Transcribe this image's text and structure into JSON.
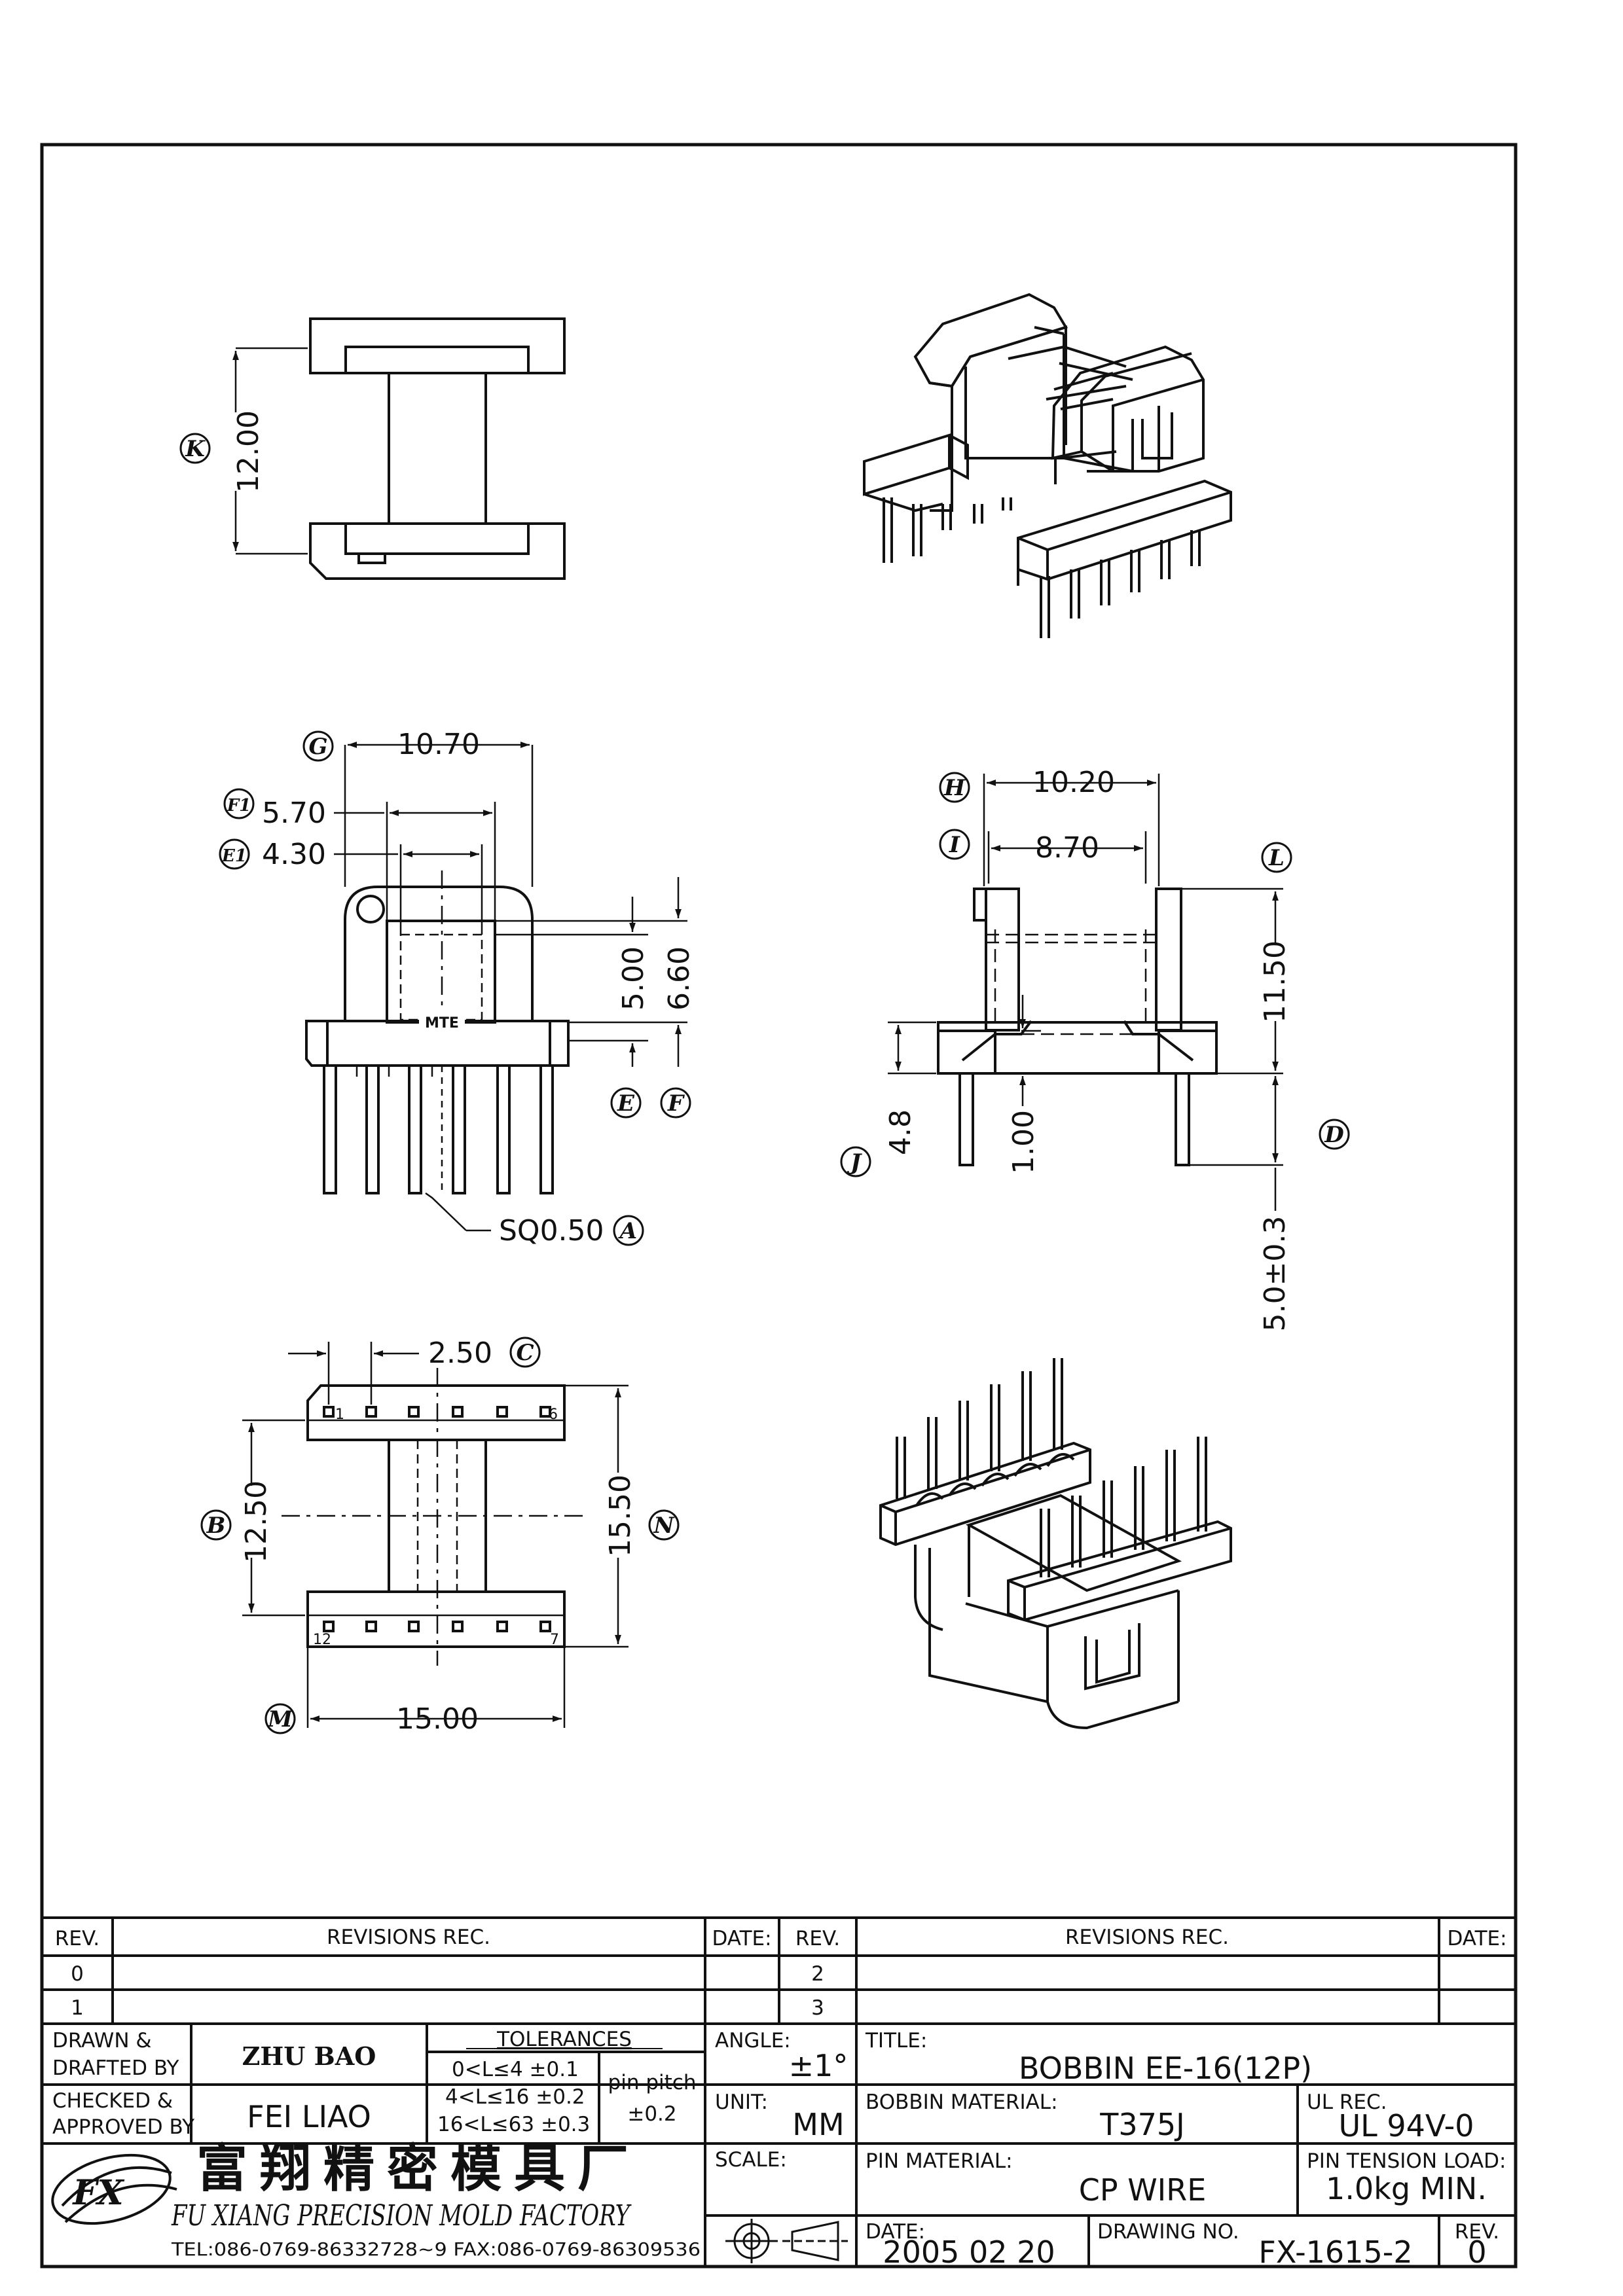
{
  "dimensions": {
    "top_view": {
      "k": "12.00",
      "k_tag": "K"
    },
    "front_view": {
      "g": "10.70",
      "g_tag": "G",
      "f1": "5.70",
      "f1_tag": "F1",
      "e1": "4.30",
      "e1_tag": "E1",
      "e": "5.00",
      "e_tag": "E",
      "f": "6.60",
      "f_tag": "F",
      "a": "SQ0.50",
      "a_tag": "A",
      "logo_text": "MTE"
    },
    "side_view": {
      "h": "10.20",
      "h_tag": "H",
      "i": "8.70",
      "i_tag": "I",
      "l": "11.50",
      "l_tag": "L",
      "j": "4.8",
      "j_tag": "J",
      "j2": "1.00",
      "d": "5.0±0.3",
      "d_tag": "D"
    },
    "bottom_view": {
      "c": "2.50",
      "c_tag": "C",
      "b": "12.50",
      "b_tag": "B",
      "n": "15.50",
      "n_tag": "N",
      "m": "15.00",
      "m_tag": "M",
      "pins_top": [
        "1",
        "6"
      ],
      "pins_bottom": [
        "12",
        "7"
      ]
    }
  },
  "revisions": {
    "header": {
      "rev": "REV.",
      "rec": "REVISIONS   REC.",
      "date": "DATE:"
    },
    "rows_left": [
      "0",
      "1"
    ],
    "rows_right": [
      "2",
      "3"
    ]
  },
  "title_block": {
    "drawn_label": "DRAWN  &\nDRAFTED  BY",
    "drawn_line1": "DRAWN  &",
    "drawn_line2": "DRAFTED  BY",
    "drawn_name": "ZHU BAO",
    "checked_line1": "CHECKED  &",
    "checked_line2": "APPROVED  BY",
    "checked_name": "FEI  LIAO",
    "tolerances": "TOLERANCES",
    "tol_rows": [
      "0<L≤4   ±0.1",
      "4<L≤16  ±0.2",
      "16<L≤63  ±0.3"
    ],
    "pin_pitch": "pin  pitch",
    "pin_pitch_tol": "±0.2",
    "company_cn": "富 翔 精 密 模 具 厂",
    "company_en": "FU XIANG PRECISION MOLD FACTORY",
    "tel": "TEL:086-0769-86332728~9   FAX:086-0769-86309536",
    "angle_label": "ANGLE:",
    "angle_value": "±1°",
    "unit_label": "UNIT:",
    "unit_value": "MM",
    "scale_label": "SCALE:",
    "title_label": "TITLE:",
    "title_value": "BOBBIN  EE-16(12P)",
    "bobbin_material_label": "BOBBIN  MATERIAL:",
    "bobbin_material_value": "T375J",
    "ul_rec_label": "UL  REC.",
    "ul_rec_value": "UL  94V-0",
    "pin_material_label": "PIN  MATERIAL:",
    "pin_material_value": "CP  WIRE",
    "pin_tension_label": "PIN  TENSION  LOAD:",
    "pin_tension_value": "1.0kg  MIN.",
    "date_label": "DATE:",
    "date_value": "2005  02  20",
    "drawing_no_label": "DRAWING  NO.",
    "drawing_no_value": "FX-1615-2",
    "rev_label": "REV.",
    "rev_value": "0",
    "logo_letters": "FX"
  }
}
